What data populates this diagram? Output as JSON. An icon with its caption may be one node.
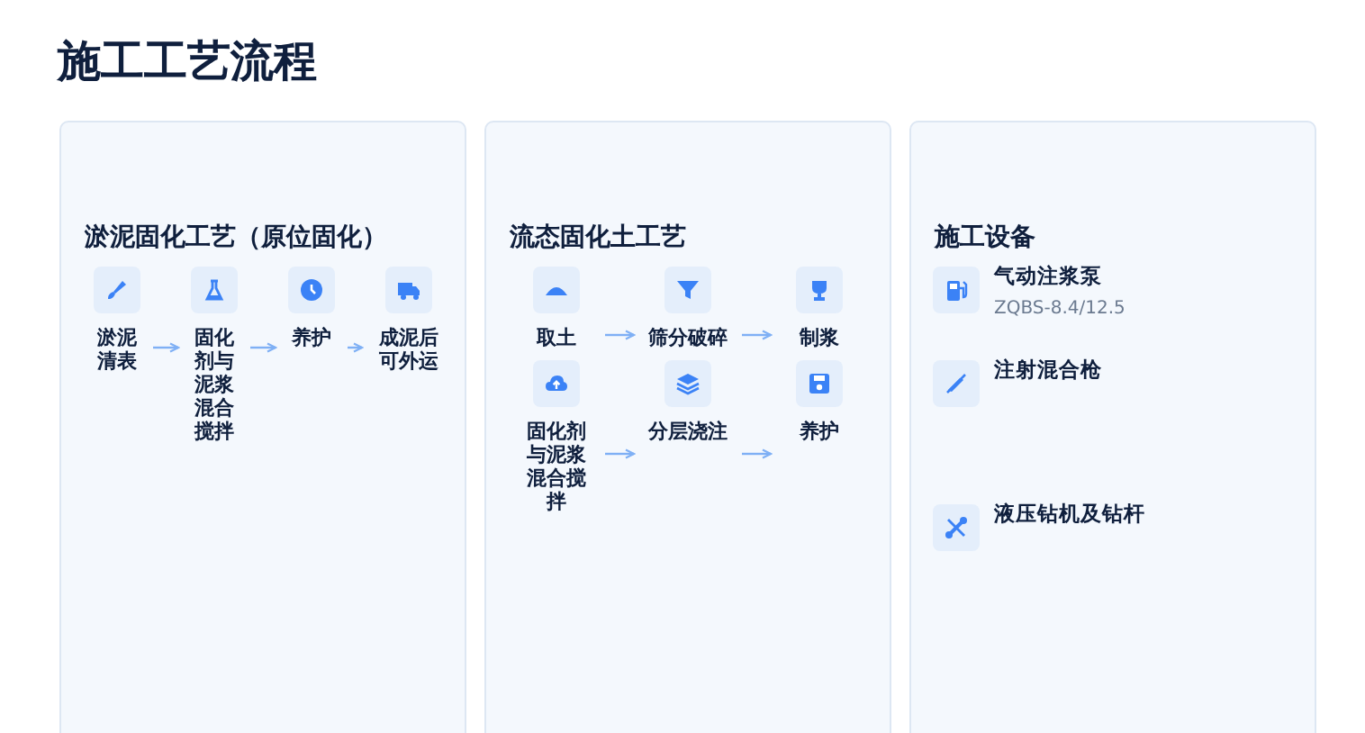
{
  "diagram": {
    "title": "施工工艺流程",
    "nodes": [
      {
        "text": [
          "淤泥固化工艺（原位固化）"
        ]
      },
      {
        "text": [
          "淤泥清表"
        ],
        "in": 0
      },
      {
        "text": [
          "固化剂与泥浆混合搅拌"
        ],
        "in": 0
      },
      {
        "text": [
          "养护"
        ],
        "in": 0
      },
      {
        "text": [
          "成泥后可外运"
        ],
        "in": 0
      },
      {
        "text": [
          "流态固化土工艺"
        ]
      },
      {
        "text": [
          "取土"
        ],
        "in": 5
      },
      {
        "text": [
          "筛分破碎"
        ],
        "in": 5
      },
      {
        "text": [
          "制浆"
        ],
        "in": 5
      },
      {
        "text": [
          "固化剂与泥浆混合搅拌"
        ],
        "in": 5
      },
      {
        "text": [
          "分层浇注"
        ],
        "in": 5
      },
      {
        "text": [
          "养护"
        ],
        "in": 5
      },
      {
        "text": [
          "施工设备"
        ]
      },
      {
        "text": [
          "气动注浆泵",
          "ZQBS-8.4/12.5"
        ],
        "in": 12
      },
      {
        "text": [
          "注射混合枪"
        ],
        "in": 12
      },
      {
        "text": [
          "液压钻机及钻杆"
        ],
        "in": 12
      }
    ],
    "edges": [
      {
        "from": 1,
        "to": 2,
        "arrow": "to"
      },
      {
        "from": 2,
        "to": 3,
        "arrow": "to"
      },
      {
        "from": 3,
        "to": 4,
        "arrow": "to"
      },
      {
        "from": 6,
        "to": 7,
        "arrow": "to"
      },
      {
        "from": 7,
        "to": 8,
        "arrow": "to"
      },
      {
        "from": 9,
        "to": 10,
        "arrow": "to"
      },
      {
        "from": 10,
        "to": 11,
        "arrow": "to"
      }
    ]
  }
}
